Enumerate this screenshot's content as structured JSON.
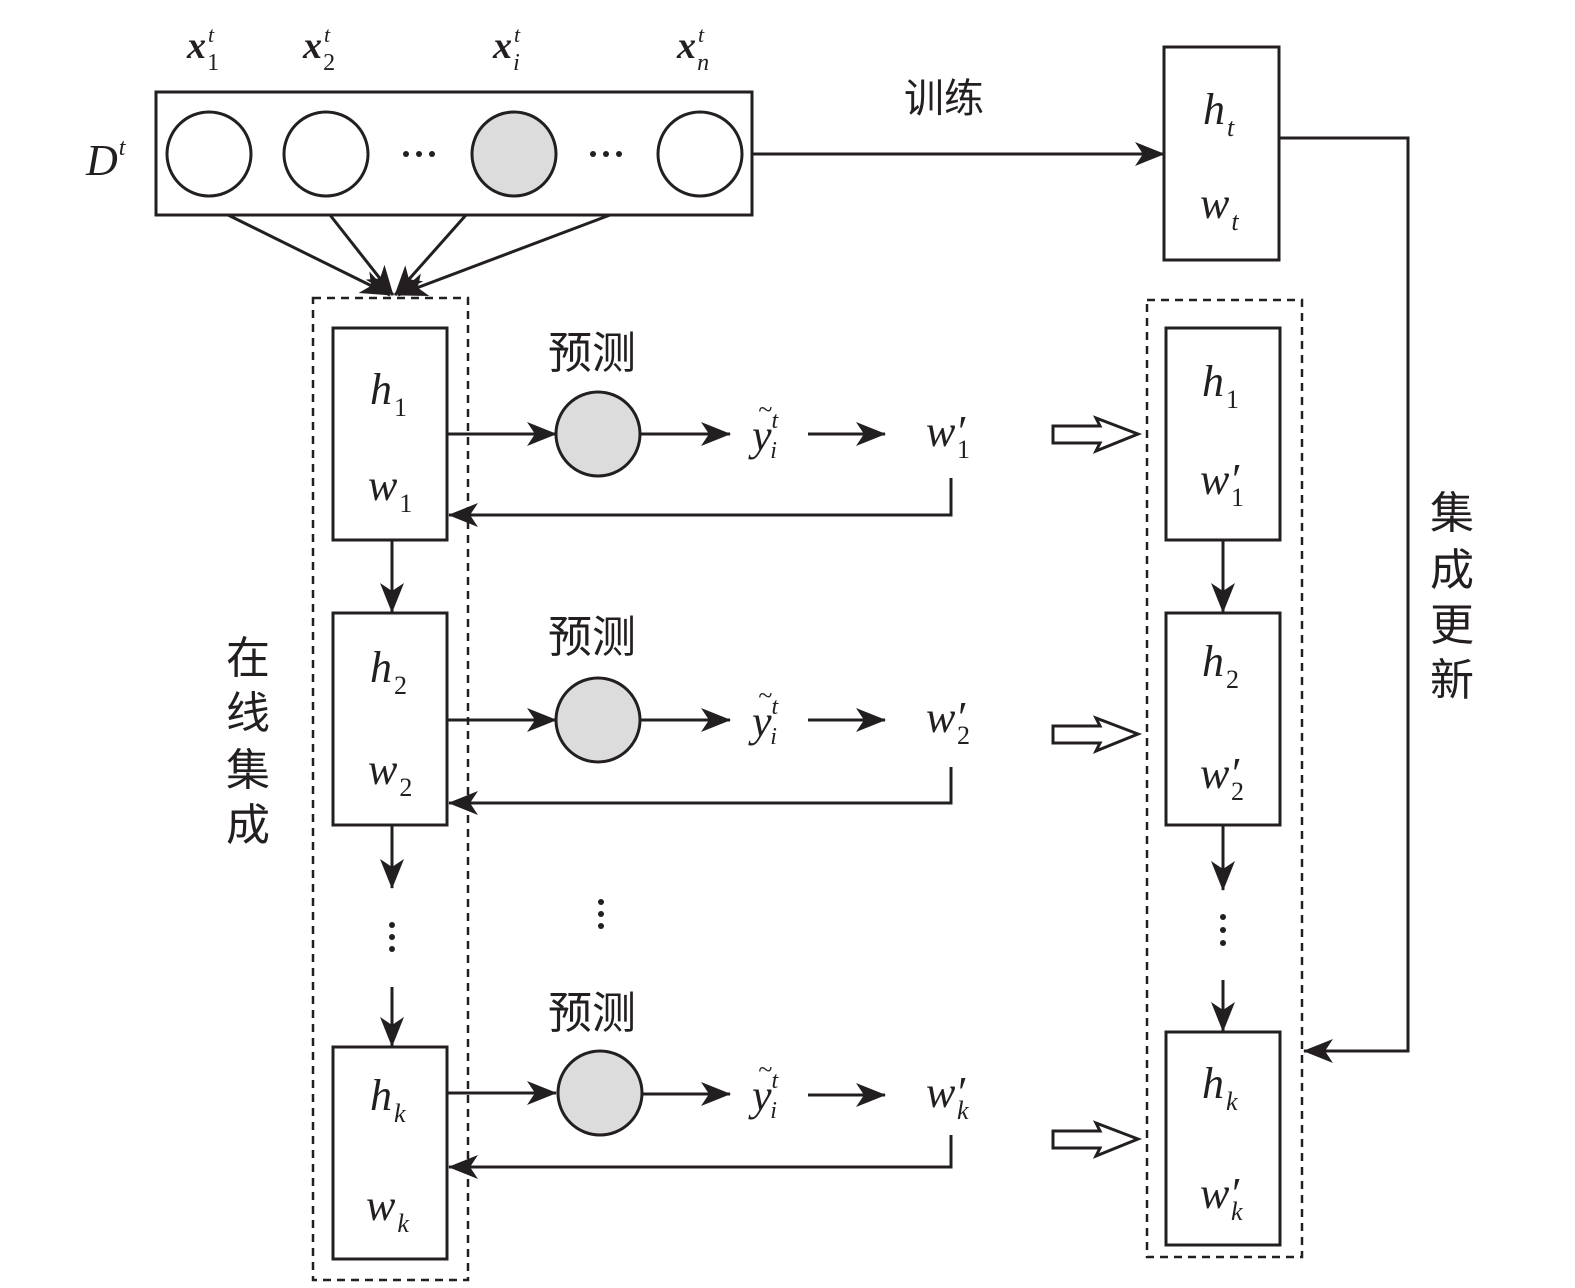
{
  "diagram": {
    "dataset": {
      "label": "D",
      "label_sup": "t",
      "samples": [
        {
          "base": "x",
          "sub": "1",
          "sup": "t",
          "highlighted": false
        },
        {
          "base": "x",
          "sub": "2",
          "sup": "t",
          "highlighted": false
        },
        {
          "base": "x",
          "sub": "i",
          "sup": "t",
          "highlighted": true
        },
        {
          "base": "x",
          "sub": "n",
          "sup": "t",
          "highlighted": false
        }
      ],
      "ellipsis": "···"
    },
    "train_label": "训练",
    "new_model": {
      "h": "h",
      "h_sub": "t",
      "w": "w",
      "w_sub": "t"
    },
    "online_label": "在线集成",
    "online_chars": [
      "在",
      "线",
      "集",
      "成"
    ],
    "update_label": "集成更新",
    "update_chars": [
      "集",
      "成",
      "更",
      "新"
    ],
    "predict_label": "预测",
    "prediction": {
      "base": "y",
      "tilde": "~",
      "sub": "i",
      "sup": "t"
    },
    "rows": [
      {
        "h_sub": "1",
        "w_sub": "1",
        "w_prime_sub": "1"
      },
      {
        "h_sub": "2",
        "w_sub": "2",
        "w_prime_sub": "2"
      },
      {
        "h_sub": "k",
        "w_sub": "k",
        "w_prime_sub": "k"
      }
    ],
    "updated_models": [
      {
        "h_sub": "1",
        "w_sub": "1"
      },
      {
        "h_sub": "2",
        "w_sub": "2"
      },
      {
        "h_sub": "k",
        "w_sub": "k"
      }
    ],
    "vertical_ellipsis": "⋮",
    "colors": {
      "stroke": "#231f20",
      "highlight_fill": "#dcdcdc",
      "background": "#ffffff"
    }
  }
}
